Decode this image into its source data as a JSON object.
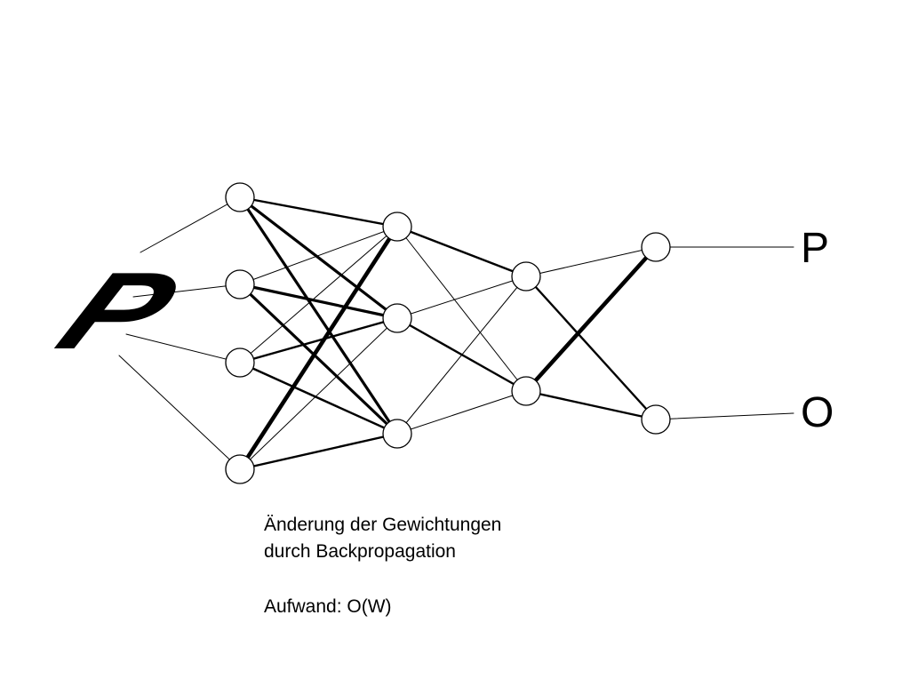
{
  "input_glyph": "P",
  "outputs": [
    "P",
    "O"
  ],
  "caption": {
    "line1": "Änderung der Gewichtungen",
    "line2": "durch Backpropagation",
    "line3": "Aufwand: O(W)"
  },
  "network": {
    "layers": [
      4,
      3,
      2,
      2
    ],
    "connections": {
      "input_to_l1": [
        "thin",
        "thin",
        "thin",
        "thin"
      ],
      "l1_to_l2": [
        [
          "normal",
          "bold",
          "bold"
        ],
        [
          "thin",
          "bold",
          "bold"
        ],
        [
          "thin",
          "normal",
          "normal"
        ],
        [
          "extra",
          "thin",
          "normal"
        ]
      ],
      "l2_to_l3": [
        [
          "normal",
          "thin"
        ],
        [
          "thin",
          "normal"
        ],
        [
          "thin",
          "thin"
        ]
      ],
      "l3_to_l4": [
        [
          "thin",
          "normal"
        ],
        [
          "extra",
          "normal"
        ]
      ],
      "l4_to_output": [
        "thin",
        "thin"
      ]
    }
  },
  "colors": {
    "ink": "#000000",
    "paper": "#ffffff"
  }
}
